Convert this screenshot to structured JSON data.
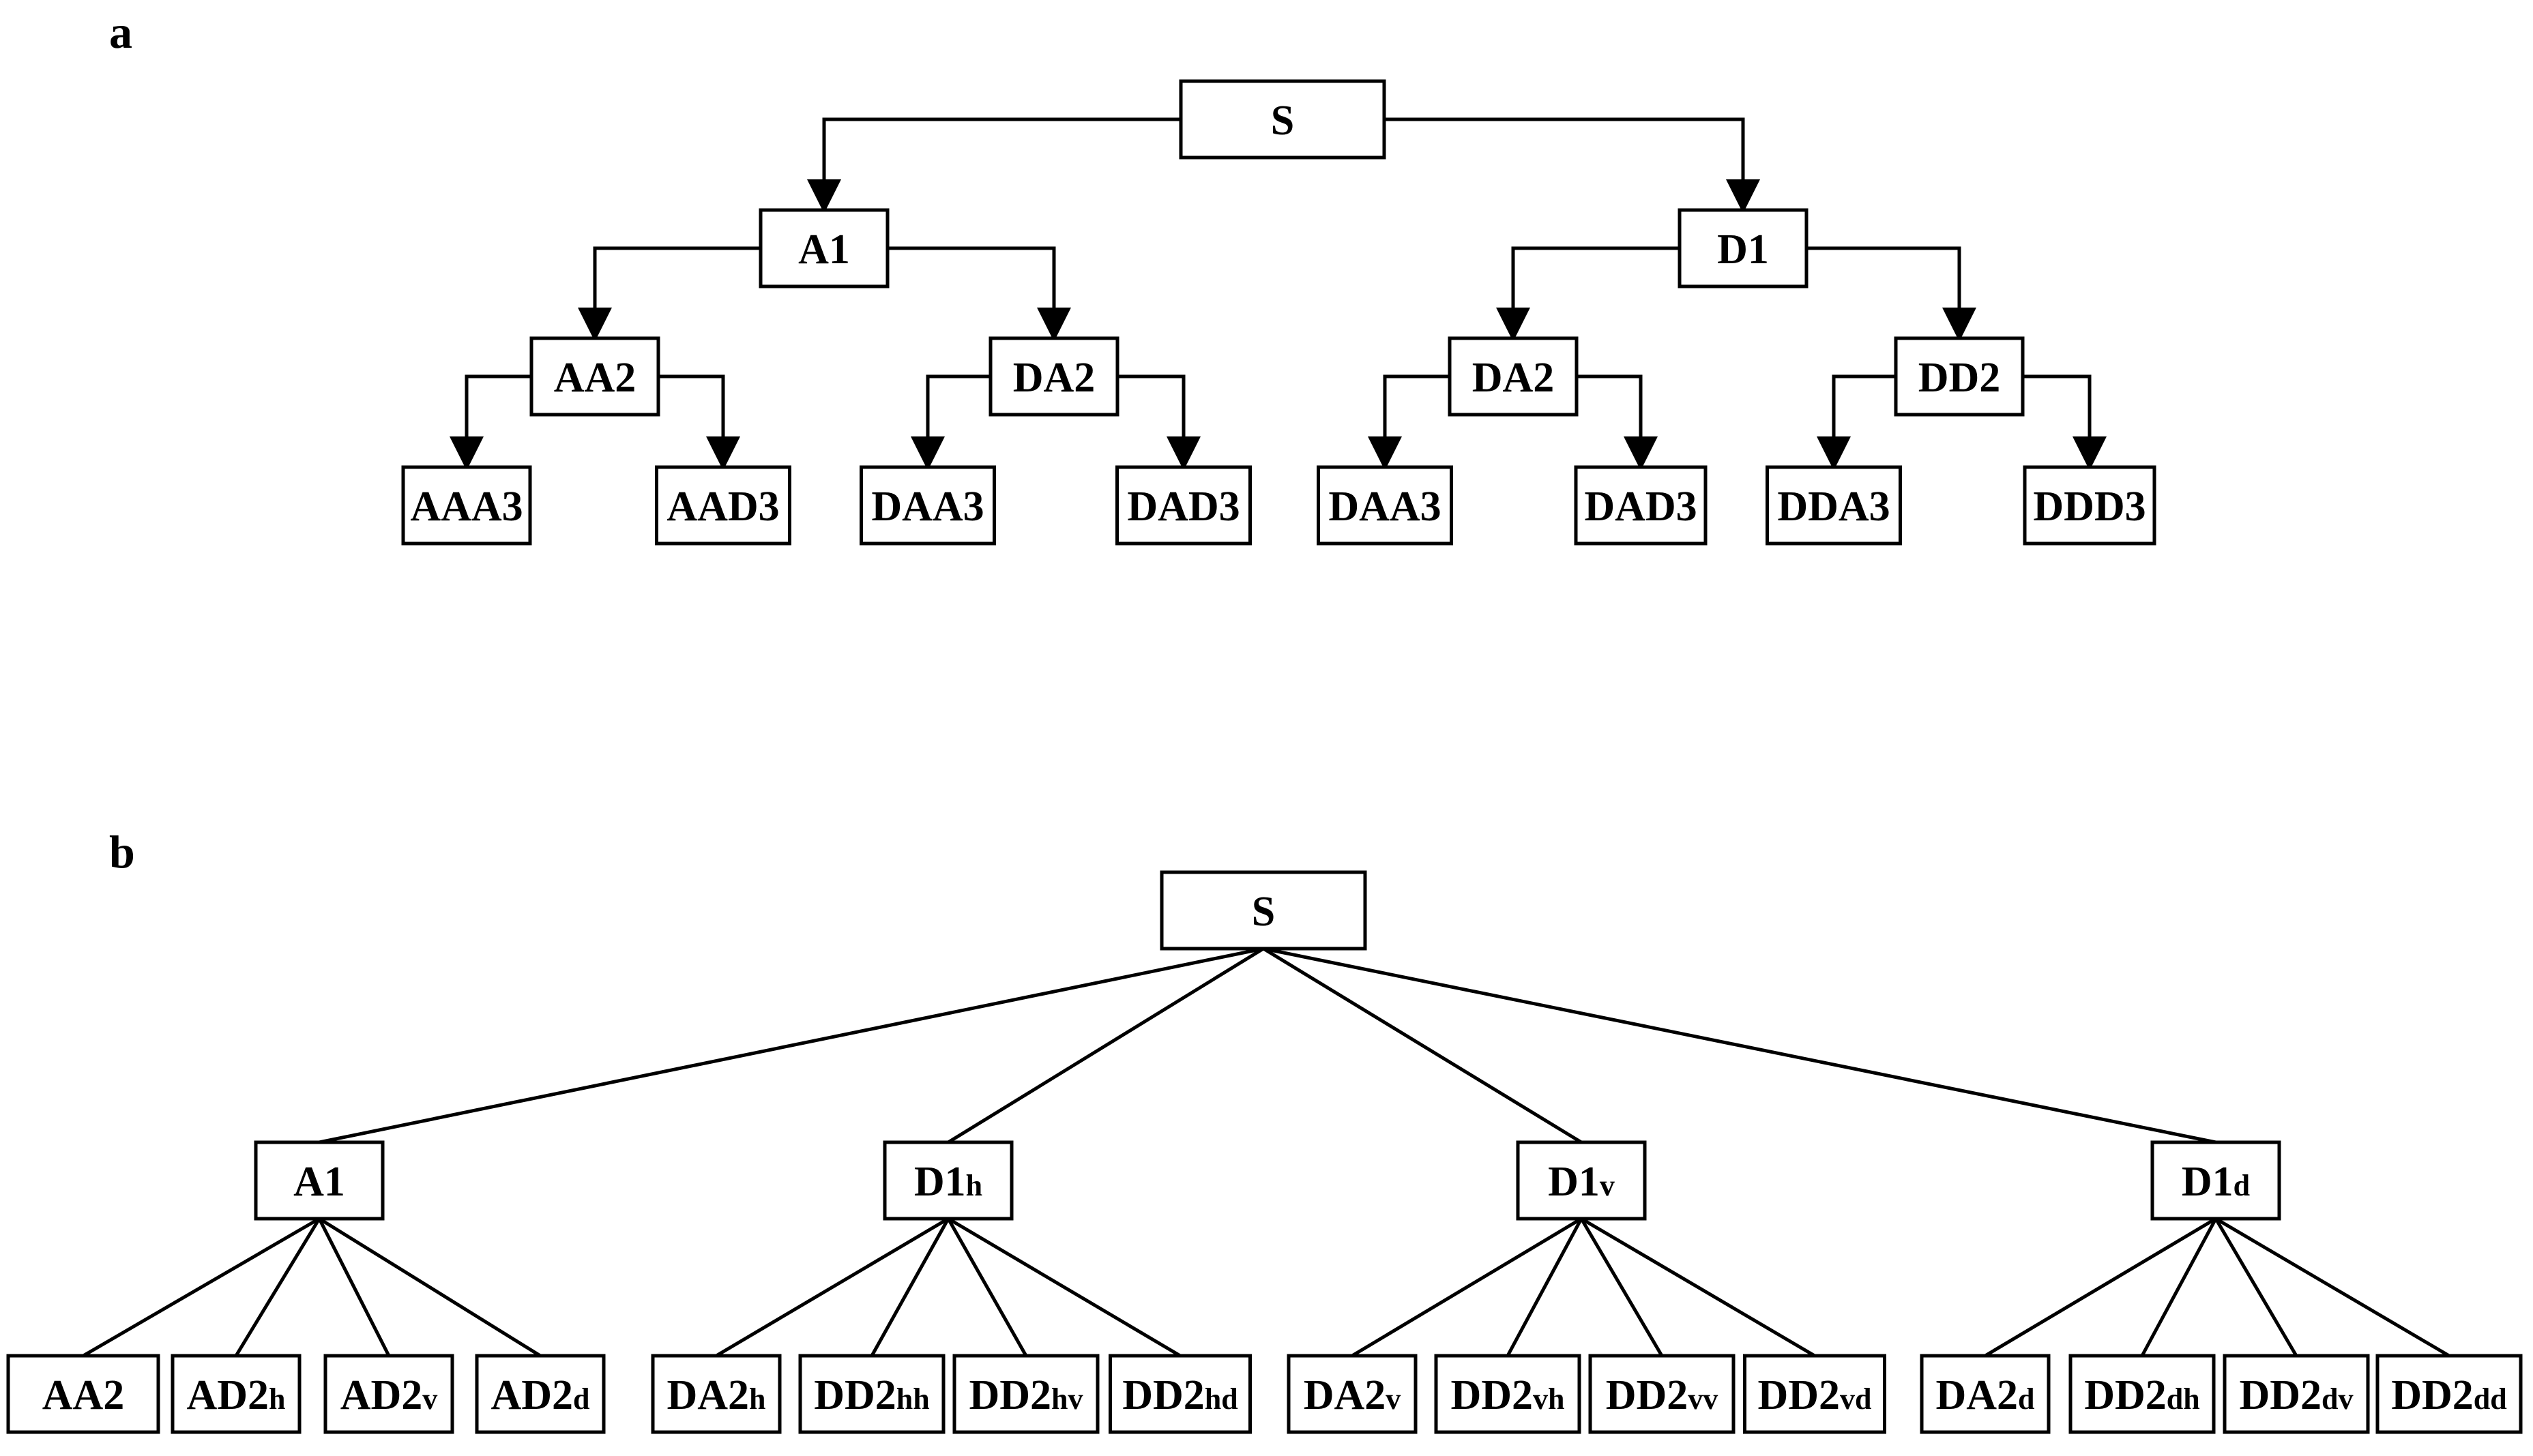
{
  "panels": [
    {
      "label": "a",
      "style": "orthogonal-arrows",
      "nodes": [
        {
          "id": "a-S",
          "text": "S",
          "sub": ""
        },
        {
          "id": "a-A1",
          "text": "A1",
          "sub": ""
        },
        {
          "id": "a-D1",
          "text": "D1",
          "sub": ""
        },
        {
          "id": "a-AA2",
          "text": "AA2",
          "sub": ""
        },
        {
          "id": "a-DA2-left",
          "text": "DA2",
          "sub": ""
        },
        {
          "id": "a-DA2-right",
          "text": "DA2",
          "sub": ""
        },
        {
          "id": "a-DD2",
          "text": "DD2",
          "sub": ""
        },
        {
          "id": "a-AAA3",
          "text": "AAA3",
          "sub": ""
        },
        {
          "id": "a-AAD3",
          "text": "AAD3",
          "sub": ""
        },
        {
          "id": "a-DAA3-1",
          "text": "DAA3",
          "sub": ""
        },
        {
          "id": "a-DAD3-1",
          "text": "DAD3",
          "sub": ""
        },
        {
          "id": "a-DAA3-2",
          "text": "DAA3",
          "sub": ""
        },
        {
          "id": "a-DAD3-2",
          "text": "DAD3",
          "sub": ""
        },
        {
          "id": "a-DDA3",
          "text": "DDA3",
          "sub": ""
        },
        {
          "id": "a-DDD3",
          "text": "DDD3",
          "sub": ""
        }
      ],
      "edges": [
        [
          "a-S",
          "a-A1"
        ],
        [
          "a-S",
          "a-D1"
        ],
        [
          "a-A1",
          "a-AA2"
        ],
        [
          "a-A1",
          "a-DA2-left"
        ],
        [
          "a-D1",
          "a-DA2-right"
        ],
        [
          "a-D1",
          "a-DD2"
        ],
        [
          "a-AA2",
          "a-AAA3"
        ],
        [
          "a-AA2",
          "a-AAD3"
        ],
        [
          "a-DA2-left",
          "a-DAA3-1"
        ],
        [
          "a-DA2-left",
          "a-DAD3-1"
        ],
        [
          "a-DA2-right",
          "a-DAA3-2"
        ],
        [
          "a-DA2-right",
          "a-DAD3-2"
        ],
        [
          "a-DD2",
          "a-DDA3"
        ],
        [
          "a-DD2",
          "a-DDD3"
        ]
      ]
    },
    {
      "label": "b",
      "style": "straight-lines",
      "nodes": [
        {
          "id": "b-S",
          "text": "S",
          "sub": ""
        },
        {
          "id": "b-A1",
          "text": "A1",
          "sub": ""
        },
        {
          "id": "b-D1h",
          "text": "D1",
          "sub": "h"
        },
        {
          "id": "b-D1v",
          "text": "D1",
          "sub": "v"
        },
        {
          "id": "b-D1d",
          "text": "D1",
          "sub": "d"
        },
        {
          "id": "b-AA2",
          "text": "AA2",
          "sub": ""
        },
        {
          "id": "b-AD2h",
          "text": "AD2",
          "sub": "h"
        },
        {
          "id": "b-AD2v",
          "text": "AD2",
          "sub": "v"
        },
        {
          "id": "b-AD2d",
          "text": "AD2",
          "sub": "d"
        },
        {
          "id": "b-DA2h",
          "text": "DA2",
          "sub": "h"
        },
        {
          "id": "b-DD2hh",
          "text": "DD2",
          "sub": "hh"
        },
        {
          "id": "b-DD2hv",
          "text": "DD2",
          "sub": "hv"
        },
        {
          "id": "b-DD2hd",
          "text": "DD2",
          "sub": "hd"
        },
        {
          "id": "b-DA2v",
          "text": "DA2",
          "sub": "v"
        },
        {
          "id": "b-DD2vh",
          "text": "DD2",
          "sub": "vh"
        },
        {
          "id": "b-DD2vv",
          "text": "DD2",
          "sub": "vv"
        },
        {
          "id": "b-DD2vd",
          "text": "DD2",
          "sub": "vd"
        },
        {
          "id": "b-DA2d",
          "text": "DA2",
          "sub": "d"
        },
        {
          "id": "b-DD2dh",
          "text": "DD2",
          "sub": "dh"
        },
        {
          "id": "b-DD2dv",
          "text": "DD2",
          "sub": "dv"
        },
        {
          "id": "b-DD2dd",
          "text": "DD2",
          "sub": "dd"
        }
      ],
      "edges": [
        [
          "b-S",
          "b-A1"
        ],
        [
          "b-S",
          "b-D1h"
        ],
        [
          "b-S",
          "b-D1v"
        ],
        [
          "b-S",
          "b-D1d"
        ],
        [
          "b-A1",
          "b-AA2"
        ],
        [
          "b-A1",
          "b-AD2h"
        ],
        [
          "b-A1",
          "b-AD2v"
        ],
        [
          "b-A1",
          "b-AD2d"
        ],
        [
          "b-D1h",
          "b-DA2h"
        ],
        [
          "b-D1h",
          "b-DD2hh"
        ],
        [
          "b-D1h",
          "b-DD2hv"
        ],
        [
          "b-D1h",
          "b-DD2hd"
        ],
        [
          "b-D1v",
          "b-DA2v"
        ],
        [
          "b-D1v",
          "b-DD2vh"
        ],
        [
          "b-D1v",
          "b-DD2vv"
        ],
        [
          "b-D1v",
          "b-DD2vd"
        ],
        [
          "b-D1d",
          "b-DA2d"
        ],
        [
          "b-D1d",
          "b-DD2dh"
        ],
        [
          "b-D1d",
          "b-DD2dv"
        ],
        [
          "b-D1d",
          "b-DD2dd"
        ]
      ]
    }
  ]
}
